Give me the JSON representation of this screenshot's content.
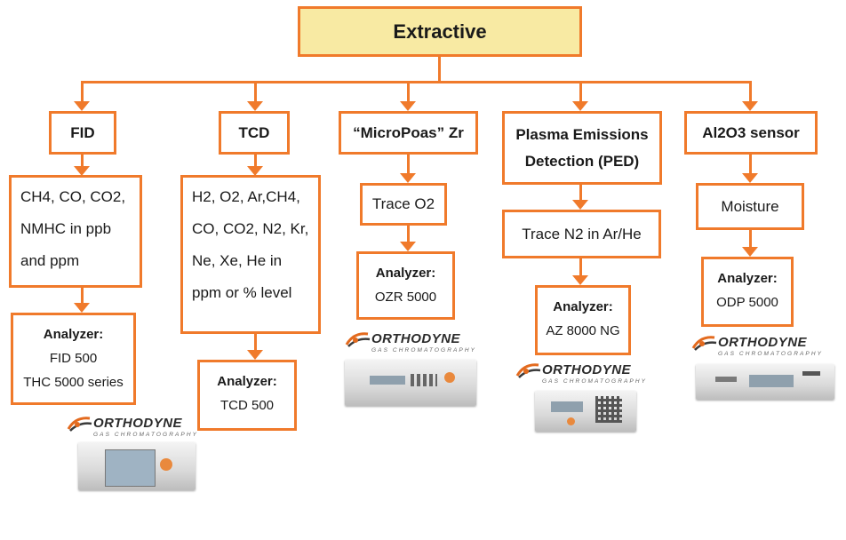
{
  "root": {
    "label": "Extractive"
  },
  "columns": [
    {
      "detector": "FID",
      "targets": "CH4, CO, CO2, NMHC in ppb and ppm",
      "analyzer_heading": "Analyzer:",
      "analyzer_models": [
        "FID 500",
        "THC 5000 series"
      ]
    },
    {
      "detector": "TCD",
      "targets": "H2, O2, Ar,CH4, CO, CO2, N2, Kr, Ne, Xe, He in ppm or % level",
      "analyzer_heading": "Analyzer:",
      "analyzer_models": [
        "TCD 500"
      ]
    },
    {
      "detector": "“MicroPoas” Zr",
      "targets": "Trace O2",
      "analyzer_heading": "Analyzer:",
      "analyzer_models": [
        "OZR 5000"
      ]
    },
    {
      "detector": "Plasma Emissions Detection (PED)",
      "targets": "Trace N2 in Ar/He",
      "analyzer_heading": "Analyzer:",
      "analyzer_models": [
        "AZ 8000 NG"
      ]
    },
    {
      "detector": "Al2O3 sensor",
      "targets": "Moisture",
      "analyzer_heading": "Analyzer:",
      "analyzer_models": [
        "ODP 5000"
      ]
    }
  ],
  "brand": {
    "name": "ORTHODYNE",
    "tagline": "GAS CHROMATOGRAPHY"
  },
  "colors": {
    "accent": "#f07a2b",
    "root_fill": "#f8eaa3"
  }
}
